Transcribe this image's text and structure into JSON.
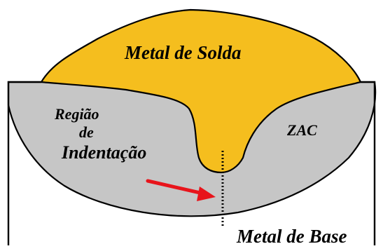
{
  "diagram": {
    "weld_metal_label": "Metal de Solda",
    "indentation_label": {
      "line1": "Região",
      "line2": "de",
      "line3": "Indentação"
    },
    "haz_label": "ZAC",
    "base_metal_label": "Metal de Base"
  },
  "colors": {
    "weld_metal": "#F5BE1E",
    "haz": "#C6C6C6",
    "outline": "#000000",
    "arrow": "#E8141B"
  }
}
